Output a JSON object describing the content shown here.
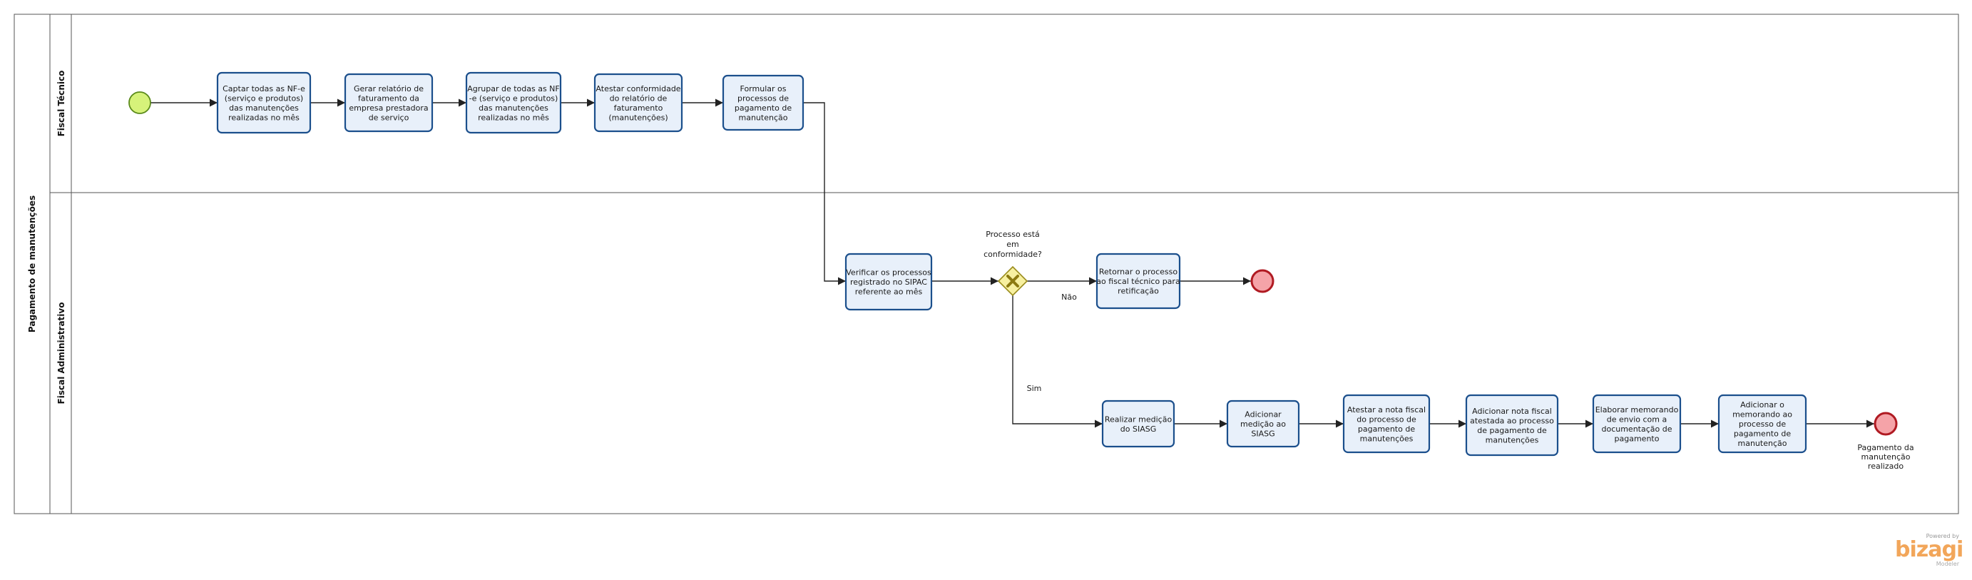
{
  "pool": {
    "title": "Pagamento de manutenções"
  },
  "lanes": [
    {
      "id": "lane-fiscal-tecnico",
      "title": "Fiscal Técnico"
    },
    {
      "id": "lane-fiscal-administrativo",
      "title": "Fiscal Administrativo"
    }
  ],
  "tasks": [
    {
      "id": "captar",
      "lines": [
        "Captar todas as NF-e",
        "(serviço e produtos)",
        "das manutenções",
        "realizadas no mês"
      ]
    },
    {
      "id": "gerar",
      "lines": [
        "Gerar relatório de",
        "faturamento da",
        "empresa prestadora",
        "de serviço"
      ]
    },
    {
      "id": "agrupar",
      "lines": [
        "Agrupar de todas as NF",
        "-e (serviço e produtos)",
        "das manutenções",
        "realizadas no mês"
      ]
    },
    {
      "id": "atestar-conformidade",
      "lines": [
        "Atestar conformidade",
        "do relatório de",
        "faturamento",
        "(manutenções)"
      ]
    },
    {
      "id": "formular",
      "lines": [
        "Formular os",
        "processos de",
        "pagamento de",
        "manutenção"
      ]
    },
    {
      "id": "verificar",
      "lines": [
        "Verificar os processos",
        "registrado no SIPAC",
        "referente ao mês"
      ]
    },
    {
      "id": "retornar",
      "lines": [
        "Retornar o processo",
        "ao fiscal técnico para",
        "retificação"
      ]
    },
    {
      "id": "realizar-medicao",
      "lines": [
        "Realizar medição",
        "do SIASG"
      ]
    },
    {
      "id": "adicionar-medicao",
      "lines": [
        "Adicionar",
        "medição ao",
        "SIASG"
      ]
    },
    {
      "id": "atestar-nota",
      "lines": [
        "Atestar a nota fiscal",
        "do processo de",
        "pagamento de",
        "manutenções"
      ]
    },
    {
      "id": "adicionar-nota",
      "lines": [
        "Adicionar nota fiscal",
        "atestada ao processo",
        "de pagamento de",
        "manutenções"
      ]
    },
    {
      "id": "elaborar-memorando",
      "lines": [
        "Elaborar memorando",
        "de envio com a",
        "documentação de",
        "pagamento"
      ]
    },
    {
      "id": "adicionar-memorando",
      "lines": [
        "Adicionar o",
        "memorando ao",
        "processo de",
        "pagamento de",
        "manutenção"
      ]
    }
  ],
  "gateway": {
    "question_lines": [
      "Processo está",
      "em",
      "conformidade?"
    ]
  },
  "flow_labels": {
    "no": "Não",
    "yes": "Sim"
  },
  "end_event_label_lines": [
    "Pagamento da",
    "manutenção",
    "realizado"
  ],
  "logo": {
    "powered": "Powered by",
    "brand": "bizagi",
    "sub": "Modeler"
  },
  "colors": {
    "start_fill": "#d6f27a",
    "start_stroke": "#5a8a1a",
    "end_fill": "#f5a3a8",
    "end_stroke": "#b01a22",
    "gateway_fill": "#f7f0a0",
    "gateway_stroke": "#9a8c1c",
    "task_fill": "#e8f0fa",
    "task_stroke": "#1b4f8c"
  }
}
